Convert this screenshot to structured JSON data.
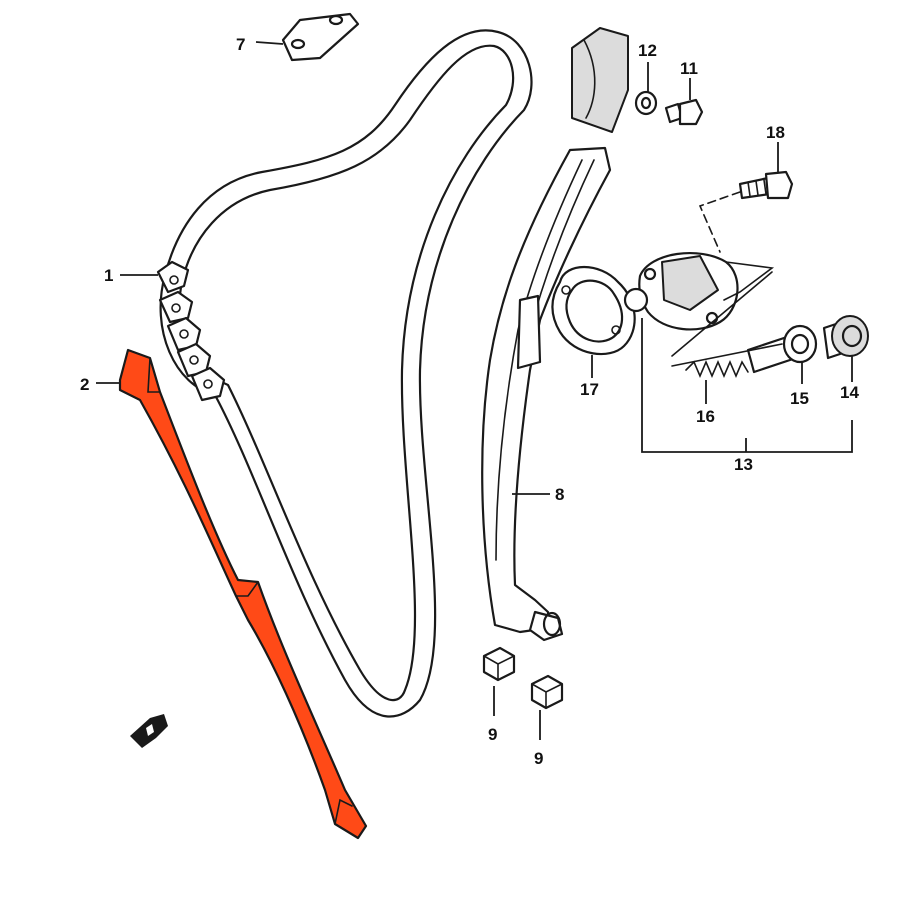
{
  "diagram": {
    "highlight_color": "#ff4a17",
    "callouts": {
      "c1": "1",
      "c2": "2",
      "c7": "7",
      "c8": "8",
      "c9a": "9",
      "c9b": "9",
      "c11": "11",
      "c12": "12",
      "c13": "13",
      "c14": "14",
      "c15": "15",
      "c16": "16",
      "c17": "17",
      "c18": "18"
    },
    "icons": {
      "front_arrow": "front-direction-arrow-icon"
    }
  }
}
